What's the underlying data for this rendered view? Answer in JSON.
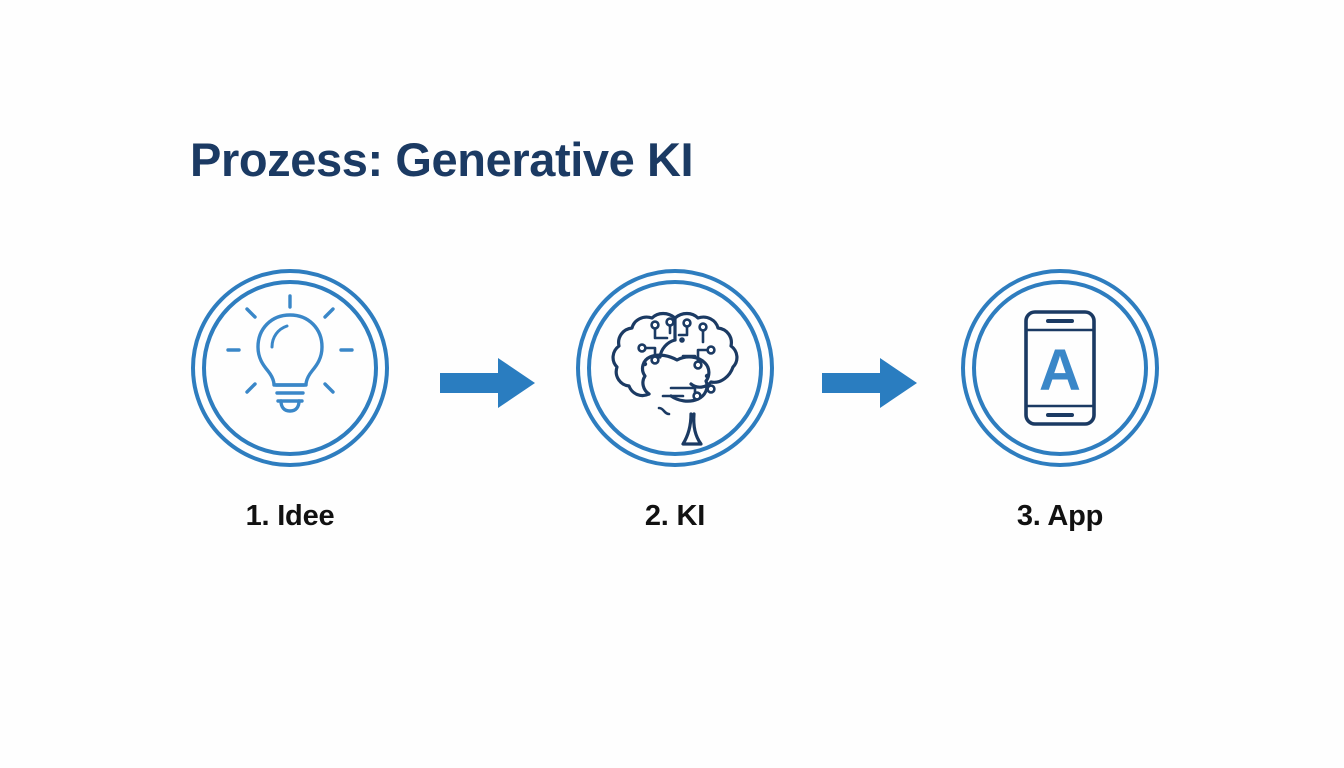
{
  "slide": {
    "background_color": "#fefefe",
    "title": "Prozess: Generative KI",
    "title_color": "#1b3a63"
  },
  "theme": {
    "ring_blue": "#2e7dbf",
    "icon_blue": "#3a87c8",
    "icon_navy": "#1b3a63",
    "arrow_blue": "#2a7dc0",
    "label_color": "#111111"
  },
  "flow": {
    "steps": [
      {
        "label": "1. Idee",
        "icon": "lightbulb-icon",
        "icon_color": "#3a87c8"
      },
      {
        "label": "2. KI",
        "icon": "brain-circuit-icon",
        "icon_color": "#1b3a63"
      },
      {
        "label": "3. App",
        "icon": "smartphone-app-icon",
        "icon_color": "#1b3a63",
        "screen_letter": "A"
      }
    ],
    "connectors": [
      {
        "icon": "arrow-right-icon",
        "color": "#2a7dc0"
      },
      {
        "icon": "arrow-right-icon",
        "color": "#2a7dc0"
      }
    ]
  }
}
